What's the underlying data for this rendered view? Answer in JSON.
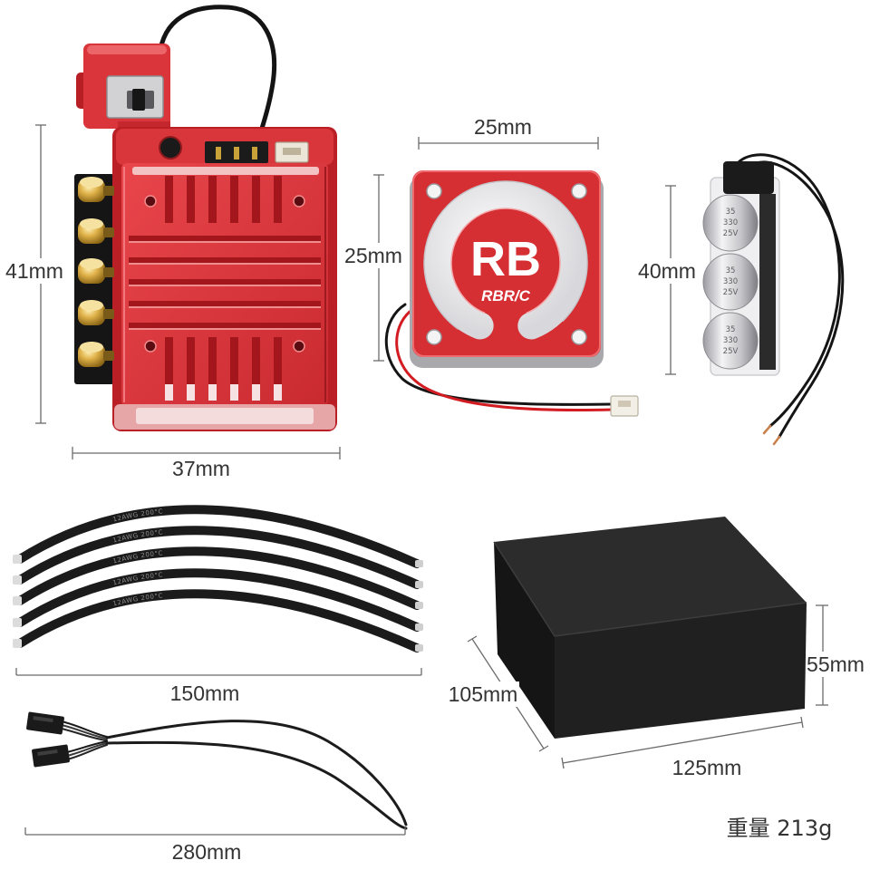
{
  "esc": {
    "height_label": "41mm",
    "width_label": "37mm"
  },
  "fan": {
    "width_label": "25mm",
    "height_label": "25mm",
    "logo": "RB",
    "brand": "RBR/C"
  },
  "capacitor_pack": {
    "height_label": "40mm",
    "capacitor_marking": [
      "35",
      "330",
      "25V"
    ]
  },
  "motor_wires": {
    "length_label": "150mm",
    "wire_marking": "12AWG 200°C"
  },
  "packaging_box": {
    "height_label": "55mm",
    "depth_label": "105mm",
    "width_label": "125mm"
  },
  "servo_cable": {
    "length_label": "280mm"
  },
  "weight_label": "重量 213g",
  "colors": {
    "anodized_red": "#d52e33",
    "terminal_gold": "#e0b24a",
    "box_black": "#202020",
    "dimension_line": "#6b6b6b",
    "label_text": "#333333"
  }
}
